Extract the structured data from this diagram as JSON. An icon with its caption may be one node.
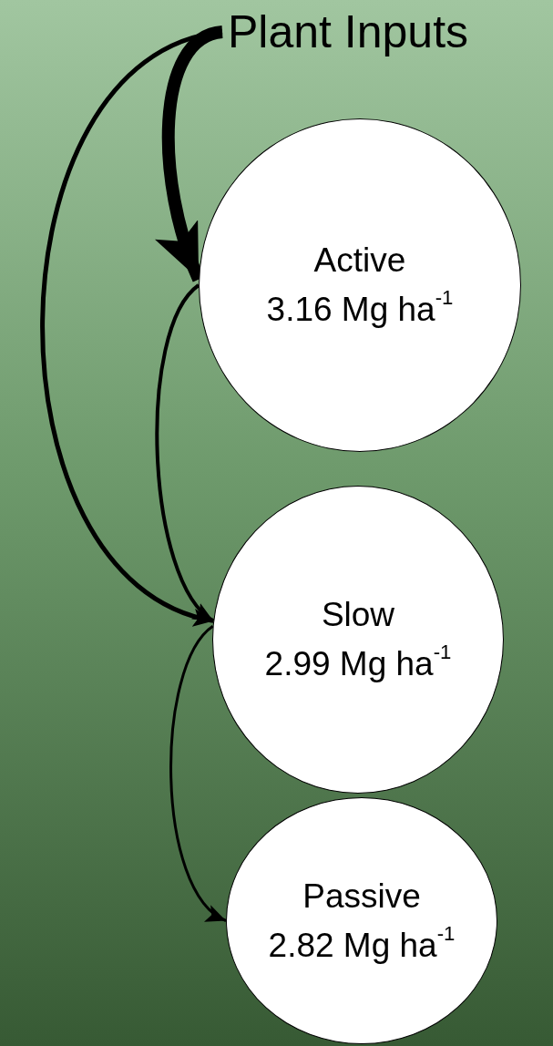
{
  "diagram": {
    "nodes": [
      {
        "text": [
          "Plant Inputs"
        ]
      },
      {
        "text": [
          "Active",
          "3.16 Mg ha$^{-1}$"
        ]
      },
      {
        "text": [
          "Slow",
          "2.99 Mg ha$^{-1}$"
        ]
      },
      {
        "text": [
          "Passive",
          "2.82 Mg ha$^{-1}$"
        ]
      }
    ],
    "edges": [
      {
        "from": 0,
        "to": 1,
        "arrow": "to",
        "style": "thick"
      },
      {
        "from": 0,
        "to": 2,
        "arrow": "to"
      },
      {
        "from": 1,
        "to": 2,
        "arrow": "to"
      },
      {
        "from": 2,
        "to": 3,
        "arrow": "to"
      }
    ]
  }
}
